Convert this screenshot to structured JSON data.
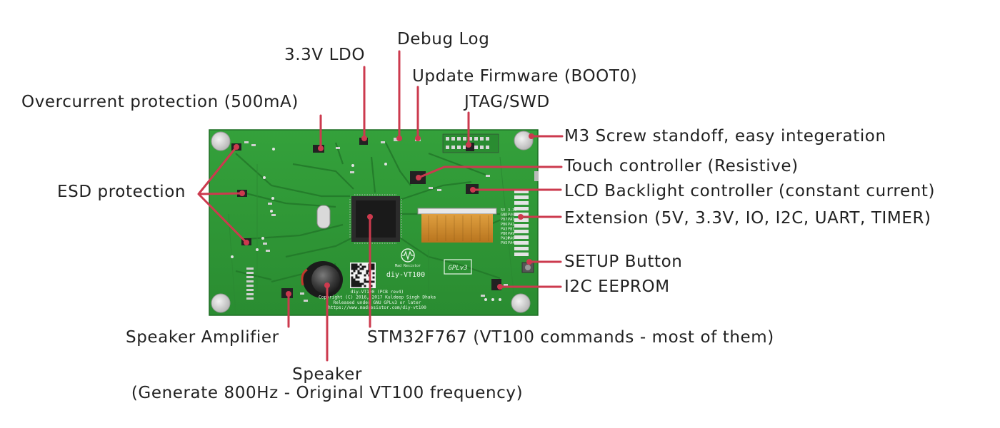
{
  "board": {
    "name": "diy-VT100",
    "logo_text": "Mad Resistor",
    "gplv3_text": "GPLv3",
    "credits": [
      "diy-VT100 (PCB rev4)",
      "Copyright (C) 2016, 2017 Kuldeep Singh Dhaka",
      "Released under GNU GPLv3 or later",
      "https://www.madresistor.com/diy-vt100"
    ],
    "header_pins": [
      "5V",
      "3.3V",
      "GND",
      "PA0",
      "PB7",
      "PA1",
      "PB6",
      "PA2",
      "PA3",
      "PB1",
      "PB0",
      "PA9",
      "PA10",
      "PA6",
      "PA5",
      "PA4"
    ]
  },
  "callouts": {
    "debug_log": "Debug Log",
    "ldo": "3.3V LDO",
    "update_firmware": "Update Firmware (BOOT0)",
    "overcurrent": "Overcurrent protection (500mA)",
    "jtag": "JTAG/SWD",
    "m3_screw": "M3 Screw standoff, easy integeration",
    "touch_controller": "Touch controller (Resistive)",
    "esd": "ESD protection",
    "lcd_backlight": "LCD Backlight controller (constant current)",
    "extension": "Extension (5V, 3.3V, IO, I2C, UART, TIMER)",
    "setup_button": "SETUP Button",
    "eeprom": "I2C EEPROM",
    "speaker_amp": "Speaker Amplifier",
    "stm32": "STM32F767 (VT100 commands - most of them)",
    "speaker_line1": "Speaker",
    "speaker_line2": "(Generate 800Hz - Original VT100 frequency)"
  },
  "colors": {
    "pcb": "#2f9a36",
    "pcb_dark": "#23792a",
    "callout_line": "#cc3a4e",
    "text": "#222222"
  }
}
